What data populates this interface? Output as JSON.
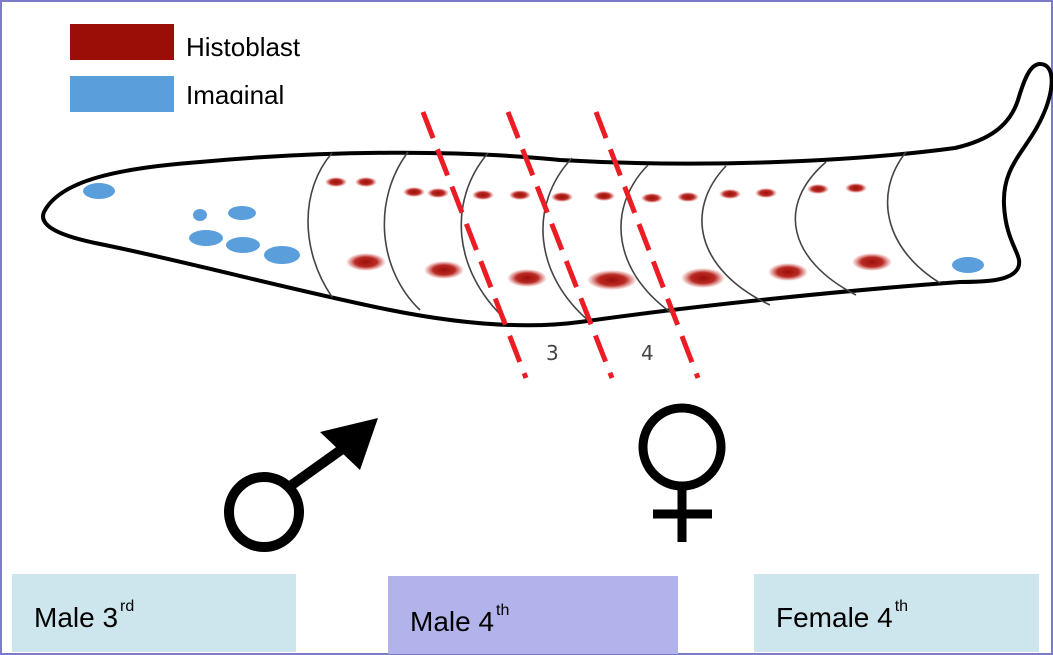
{
  "colors": {
    "histoblast": "#9b0e08",
    "imaginal": "#5a9fdc",
    "frame": "#7b7bc8",
    "dashed_line": "#ec1c24",
    "panel_light": "#cde6ee",
    "panel_purple": "#b3b3ec"
  },
  "legend": [
    {
      "label": "Histoblast",
      "color": "#9b0e08"
    },
    {
      "label": "Imaginal",
      "color": "#5a9fdc"
    }
  ],
  "segment_labels": [
    "3",
    "4"
  ],
  "symbols": {
    "male": "male-symbol",
    "female": "female-symbol"
  },
  "panels": [
    {
      "main": "Male 3",
      "sup": "rd"
    },
    {
      "main": "Male 4",
      "sup": "th"
    },
    {
      "main": "Female 4",
      "sup": "th"
    }
  ]
}
